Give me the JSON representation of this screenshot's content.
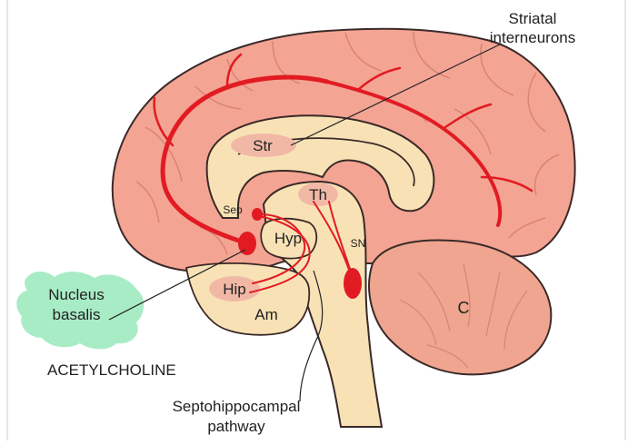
{
  "labels": {
    "striatal_interneurons_line1": "Striatal",
    "striatal_interneurons_line2": "interneurons",
    "str": "Str",
    "th": "Th",
    "sep": "Sep",
    "hyp": "Hyp",
    "sn": "SN",
    "hip": "Hip",
    "am": "Am",
    "c": "C",
    "nucleus_basalis_line1": "Nucleus",
    "nucleus_basalis_line2": "basalis",
    "acetylcholine": "ACETYLCHOLINE",
    "septohippocampal_line1": "Septohippocampal",
    "septohippocampal_line2": "pathway"
  },
  "colors": {
    "cortex_fill": "#f4a493",
    "cortex_stroke": "#3a2a28",
    "gyrus_line": "#d98474",
    "inner_fill": "#f8e2b5",
    "inner_stroke": "#3a2a28",
    "region_fill": "#f2b8a6",
    "cerebellum_fill": "#efa58f",
    "pathway_red": "#e21b23",
    "highlight_green": "#a8ecc5",
    "frame": "#cccccc",
    "text": "#222222"
  }
}
